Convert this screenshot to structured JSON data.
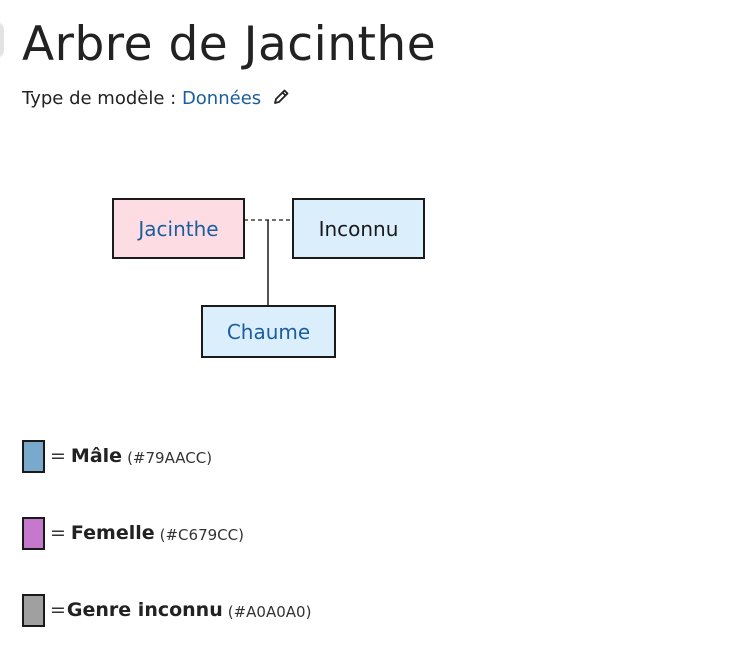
{
  "page": {
    "title": "Arbre de Jacinthe",
    "model_type_label": "Type de modèle :",
    "model_type_value": "Données"
  },
  "tree": {
    "persons": [
      {
        "name": "Jacinthe",
        "gender": "female",
        "linked": true,
        "fill": "#FDDDE3"
      },
      {
        "name": "Inconnu",
        "gender": "male",
        "linked": false,
        "fill": "#DBEEFC"
      },
      {
        "name": "Chaume",
        "gender": "male",
        "linked": true,
        "fill": "#DBEEFC"
      }
    ],
    "relations": [
      {
        "type": "union",
        "between": [
          "Jacinthe",
          "Inconnu"
        ],
        "style": "dashed"
      },
      {
        "type": "child",
        "parents": [
          "Jacinthe",
          "Inconnu"
        ],
        "child": "Chaume"
      }
    ]
  },
  "legend": [
    {
      "eq": "=",
      "label": "Mâle",
      "code": "(#79AACC)",
      "color": "#79AACC"
    },
    {
      "eq": "=",
      "label": "Femelle",
      "code": "(#C679CC)",
      "color": "#C679CC"
    },
    {
      "eq": "=",
      "label": "Genre inconnu",
      "code": "(#A0A0A0)",
      "color": "#A0A0A0"
    }
  ],
  "colors": {
    "link": "#1B5E9E",
    "text": "#222222",
    "border": "#1A1A1A"
  }
}
